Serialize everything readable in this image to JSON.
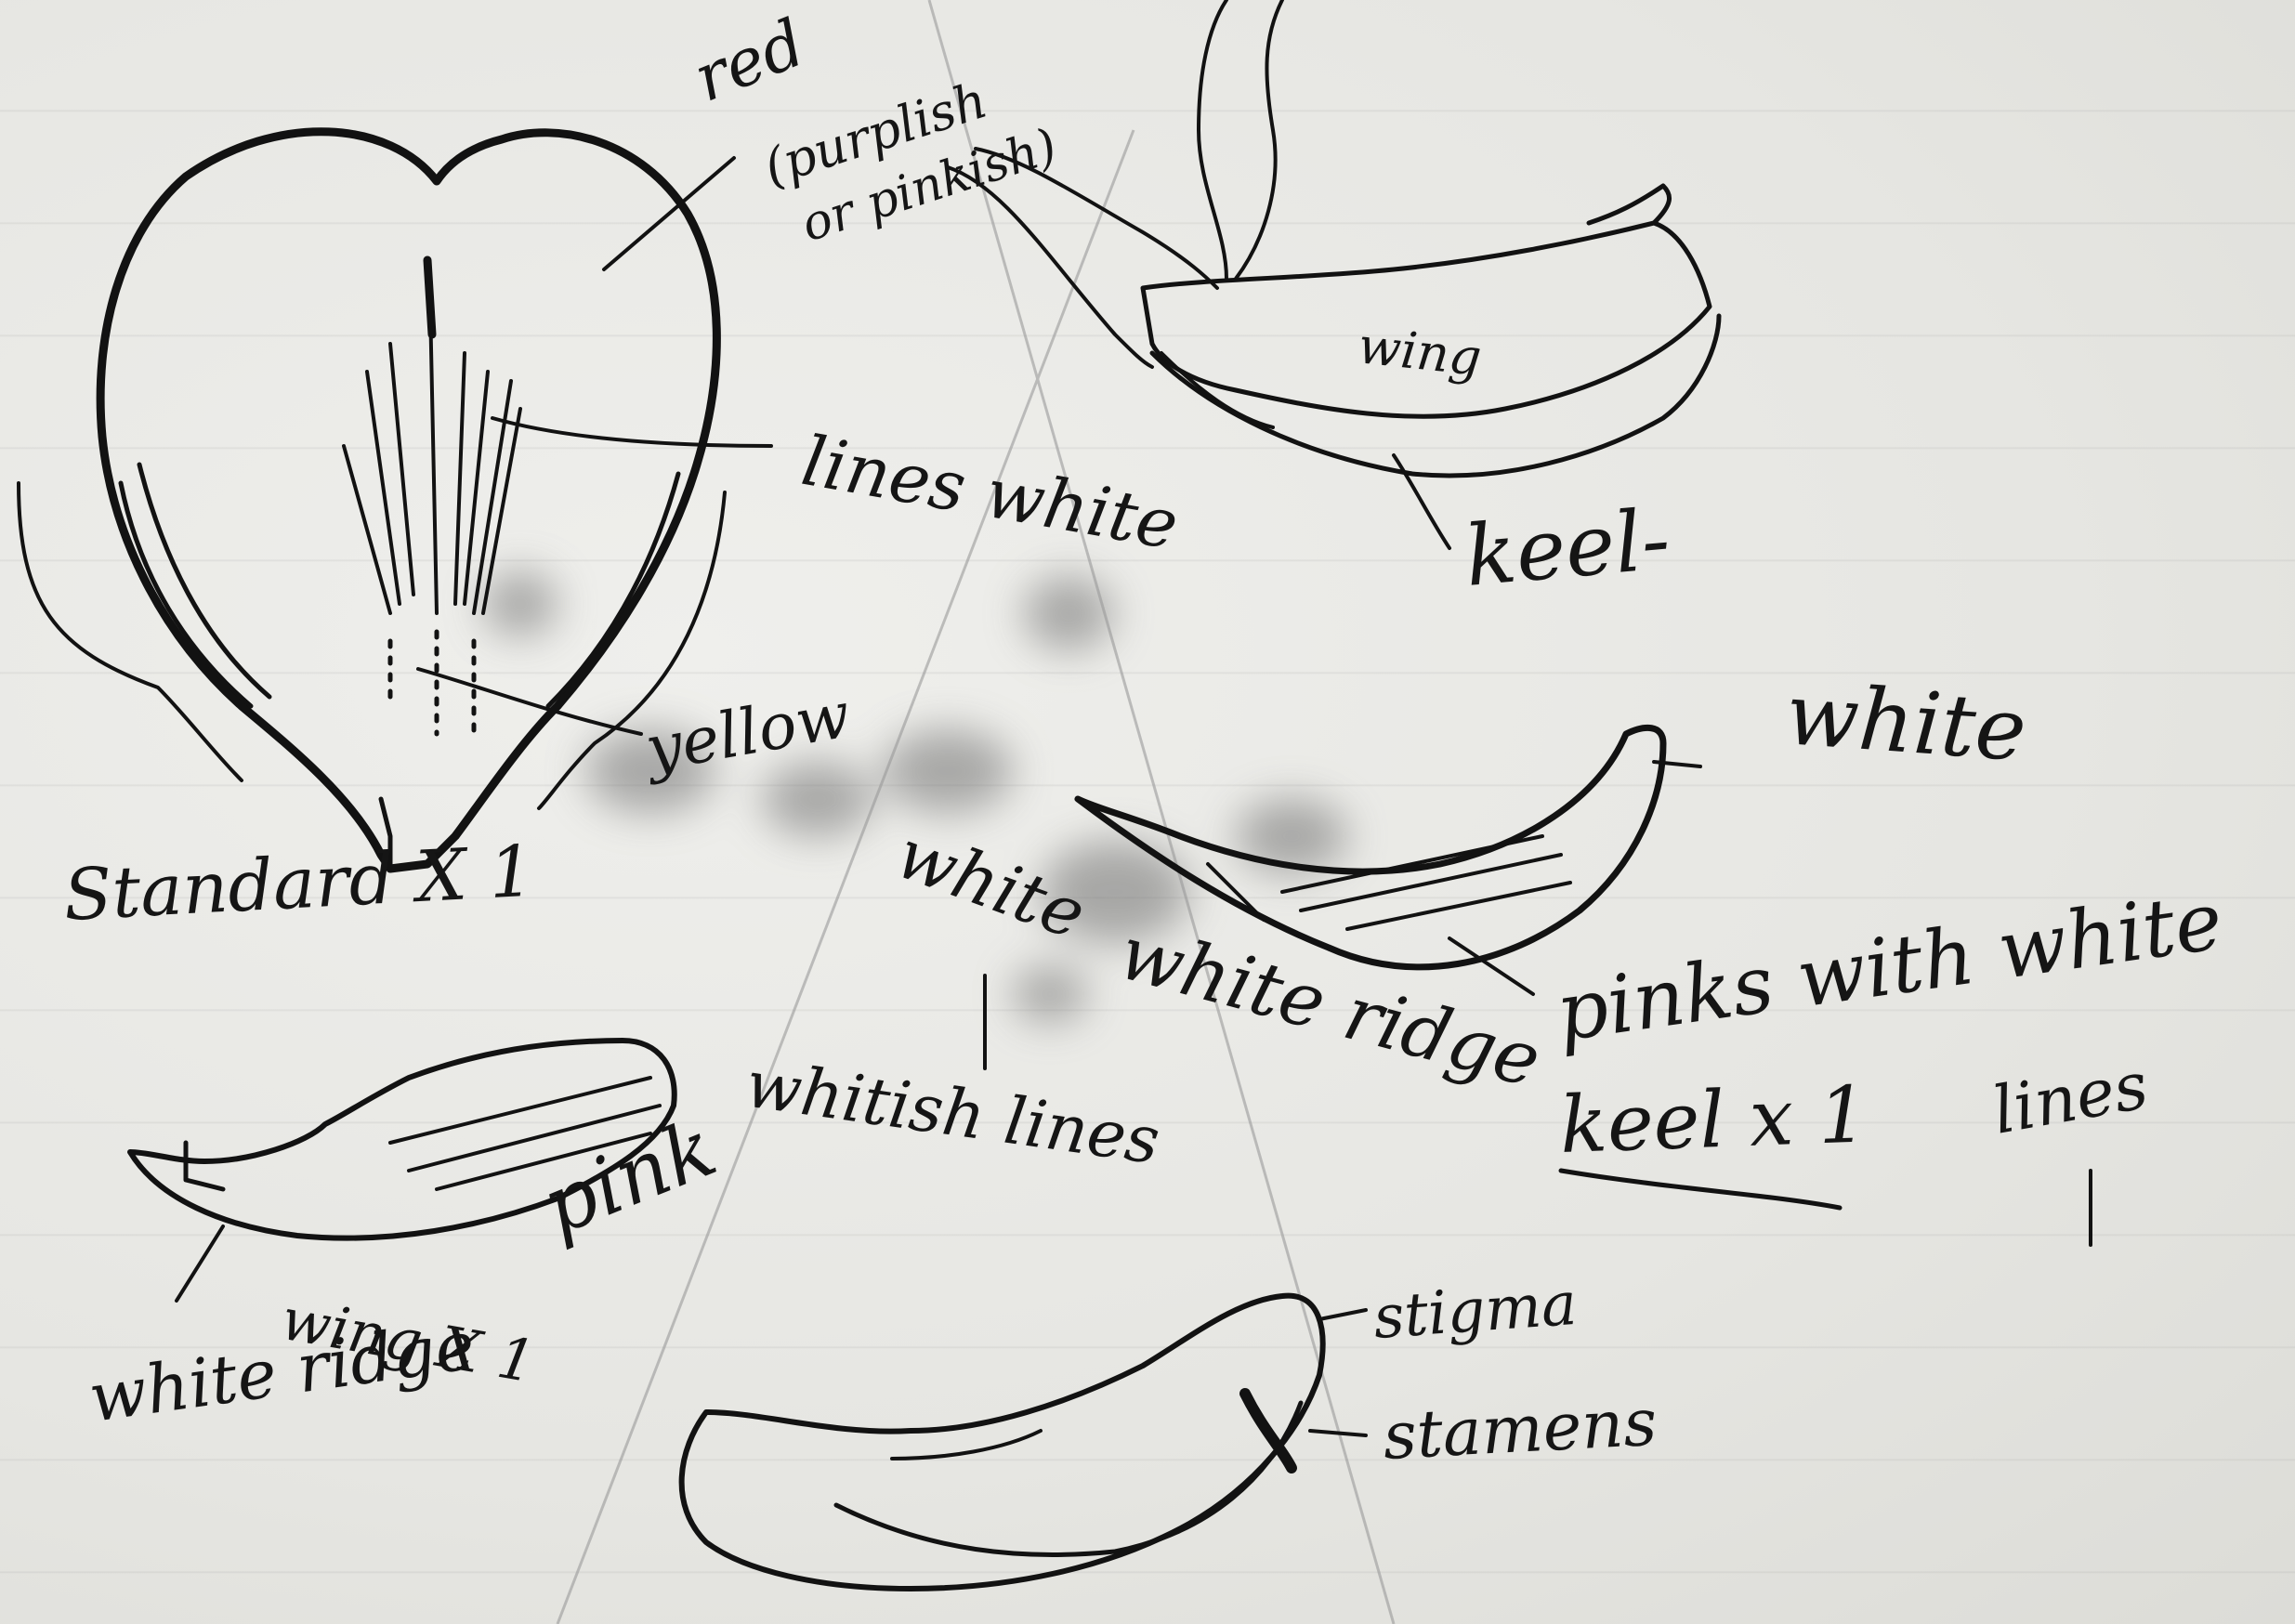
{
  "page": {
    "background_color": "#e9e9e6",
    "ink_color": "#121212",
    "stain_color": "#6f6f6f"
  },
  "labels": {
    "red": "red",
    "purplish": "(purplish",
    "or_pinkish": "or pinkish)",
    "lines_white": "lines white",
    "yellow": "yellow",
    "standard": "Standard X 1",
    "wing_on_keel": "wing",
    "keel_pointer": "keel-",
    "white_top": "white",
    "white_mid": "white",
    "white_ridge_mid": "white ridge",
    "pinkish_with_white": "pinks with white",
    "lines_right": "lines",
    "keel_x1": "keel x 1",
    "whitish_lines": "whitish lines",
    "pink": "pink",
    "wing_x1": "wing X 1",
    "white_ridge_bottom": "white ridge",
    "stigma": "stigma",
    "stamens": "stamens"
  }
}
